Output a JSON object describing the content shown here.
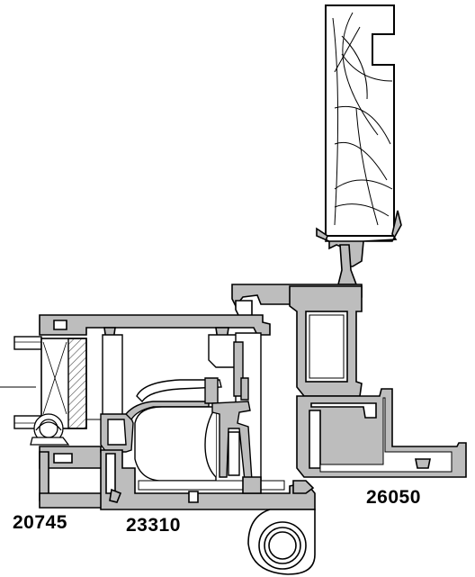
{
  "labels": {
    "profile_1": "20745",
    "profile_2": "23310",
    "profile_3": "26050"
  },
  "colors": {
    "profile_fill": "#bdbdbd",
    "outline": "#000000",
    "background": "#ffffff",
    "glass_hatch": "#555555"
  }
}
